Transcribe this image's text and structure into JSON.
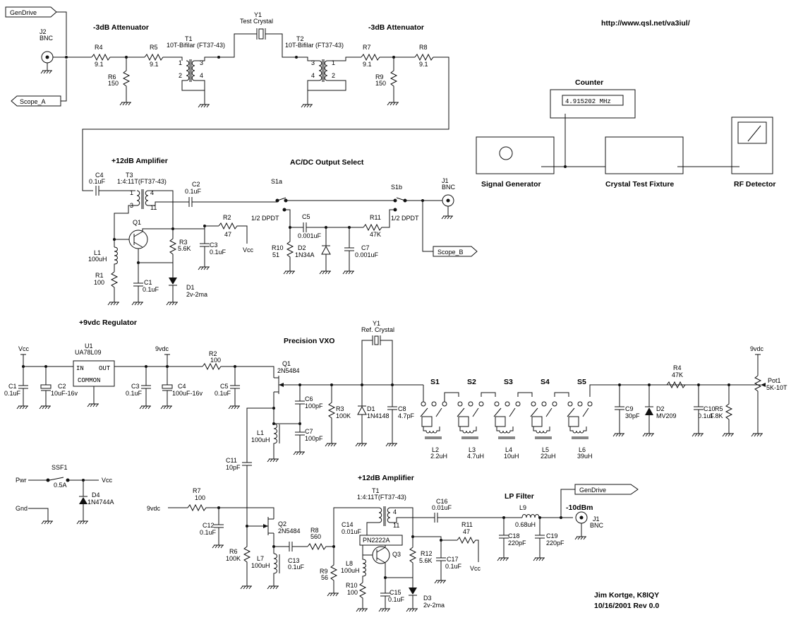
{
  "url": "http://www.qsl.net/va3iul/",
  "author": "Jim Kortge, K8IQY",
  "date_rev": "10/16/2001 Rev 0.0",
  "top": {
    "gendrive": "GenDrive",
    "scope_a": "Scope_A",
    "scope_b": "Scope_B",
    "j2": [
      "J2",
      "BNC"
    ],
    "j1": [
      "J1",
      "BNC"
    ],
    "att_left": "-3dB Attenuator",
    "att_right": "-3dB Attenuator",
    "r4": [
      "R4",
      "9.1"
    ],
    "r5": [
      "R5",
      "9.1"
    ],
    "r6": [
      "R6",
      "150"
    ],
    "r7": [
      "R7",
      "9.1"
    ],
    "r8": [
      "R8",
      "9.1"
    ],
    "r9": [
      "R9",
      "150"
    ],
    "t1": [
      "T1",
      "10T-Bifilar (FT37-43)"
    ],
    "t2": [
      "T2",
      "10T-Bifilar (FT37-43)"
    ],
    "y1": [
      "Y1",
      "Test Crystal"
    ],
    "amp": "+12dB Amplifier",
    "select": "AC/DC Output Select",
    "c4": [
      "C4",
      "0.1uF"
    ],
    "t3": [
      "T3",
      "1:4:11T(FT37-43)"
    ],
    "c2": [
      "C2",
      "0.1uF"
    ],
    "q1": "Q1",
    "l1": [
      "L1",
      "100uH"
    ],
    "r1": [
      "R1",
      "100"
    ],
    "c1": [
      "C1",
      "0.1uF"
    ],
    "d1": [
      "D1",
      "2v-2ma"
    ],
    "r3": [
      "R3",
      "5.6K"
    ],
    "r2": [
      "R2",
      "47"
    ],
    "c3": [
      "C3",
      "0.1uF"
    ],
    "vcc": "Vcc",
    "s1a": "S1a",
    "s1b": "S1b",
    "dpdt_a": "1/2 DPDT",
    "dpdt_b": "1/2 DPDT",
    "c5": [
      "C5",
      "0.001uF"
    ],
    "r11": [
      "R11",
      "47K"
    ],
    "r10": [
      "R10",
      "51"
    ],
    "d2": [
      "D2",
      "1N34A"
    ],
    "c7": [
      "C7",
      "0.001uF"
    ]
  },
  "block": {
    "counter_title": "Counter",
    "counter_value": "4.915202 MHz",
    "siggen": "Signal Generator",
    "fixture": "Crystal Test Fixture",
    "detector": "RF Detector"
  },
  "bottom": {
    "reg_title": "+9vdc Regulator",
    "vxo_title": "Precision VXO",
    "amp_title": "+12dB Amplifier",
    "lp_title": "LP Filter",
    "vcc": "Vcc",
    "v9": "9vdc",
    "v9b": "9vdc",
    "v9c": "9vdc",
    "u1": [
      "U1",
      "UA78L09"
    ],
    "u1_in": "IN",
    "u1_out": "OUT",
    "u1_com": "COMMON",
    "c1": [
      "C1",
      "0.1uF"
    ],
    "c2": [
      "C2",
      "10uF-16v"
    ],
    "c3": [
      "C3",
      "0.1uF"
    ],
    "c4": [
      "C4",
      "100uF-16v"
    ],
    "c5": [
      "C5",
      "0.1uF"
    ],
    "r2": [
      "R2",
      "100"
    ],
    "q1": [
      "Q1",
      "2N5484"
    ],
    "y1": [
      "Y1",
      "Ref. Crystal"
    ],
    "c6": [
      "C6",
      "100pF"
    ],
    "c7": [
      "C7",
      "100pF"
    ],
    "l1": [
      "L1",
      "100uH"
    ],
    "r3": [
      "R3",
      "100K"
    ],
    "d1": [
      "D1",
      "1N4148"
    ],
    "c8": [
      "C8",
      "4.7pF"
    ],
    "switches": [
      "S1",
      "S2",
      "S3",
      "S4",
      "S5"
    ],
    "inductors": [
      [
        "L2",
        "2.2uH"
      ],
      [
        "L3",
        "4.7uH"
      ],
      [
        "L4",
        "10uH"
      ],
      [
        "L5",
        "22uH"
      ],
      [
        "L6",
        "39uH"
      ]
    ],
    "c9": [
      "C9",
      "30pF"
    ],
    "d2": [
      "D2",
      "MV209"
    ],
    "r4": [
      "R4",
      "47K"
    ],
    "c10": [
      "C10",
      "0.1uF"
    ],
    "r5": [
      "R5",
      "1.8K"
    ],
    "pot1": [
      "Pot1",
      "5K-10T"
    ],
    "c11": [
      "C11",
      "10pF"
    ],
    "ssf1": [
      "SSF1",
      "0.5A"
    ],
    "pwr": "Pwr",
    "gnd": "Gnd",
    "d4": [
      "D4",
      "1N4744A"
    ],
    "r7": [
      "R7",
      "100"
    ],
    "c12": [
      "C12",
      "0.1uF"
    ],
    "r6": [
      "R6",
      "100K"
    ],
    "l7": [
      "L7",
      "100uH"
    ],
    "q2": [
      "Q2",
      "2N5484"
    ],
    "c13": [
      "C13",
      "0.1uF"
    ],
    "r8": [
      "R8",
      "560"
    ],
    "r9": [
      "R9",
      "56"
    ],
    "c14": [
      "C14",
      "0.01uF"
    ],
    "l8": [
      "L8",
      "100uH"
    ],
    "r10": [
      "R10",
      "100"
    ],
    "t1": [
      "T1",
      "1:4:11T(FT37-43)"
    ],
    "pn": "PN2222A",
    "q3": "Q3",
    "c15": [
      "C15",
      "0.1uF"
    ],
    "d3": [
      "D3",
      "2v-2ma"
    ],
    "r12": [
      "R12",
      "5.6K"
    ],
    "c17": [
      "C17",
      "0.1uF"
    ],
    "r11": [
      "R11",
      "47"
    ],
    "c16": [
      "C16",
      "0.01uF"
    ],
    "l9": [
      "L9",
      "0.68uH"
    ],
    "c18": [
      "C18",
      "220pF"
    ],
    "c19": [
      "C19",
      "220pF"
    ],
    "gendrive": "GenDrive",
    "level": "-10dBm",
    "j1": [
      "J1",
      "BNC"
    ]
  }
}
